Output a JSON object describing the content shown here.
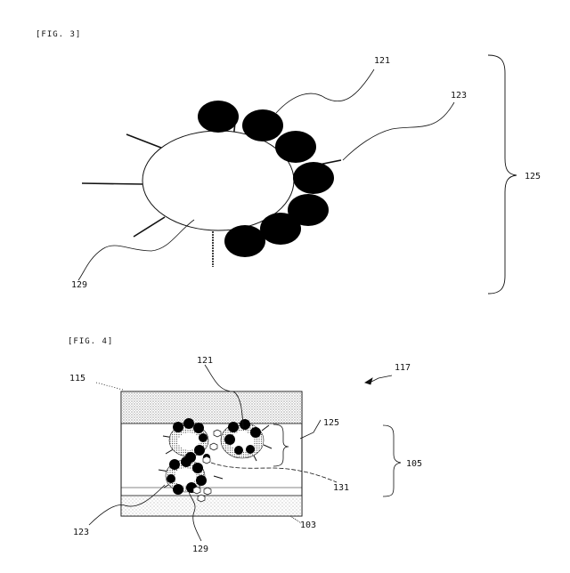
{
  "fig3": {
    "title": "[FIG. 3]",
    "labels": {
      "particle": "121",
      "ligand": "123",
      "assembly": "125",
      "core": "129"
    }
  },
  "fig4": {
    "title": "[FIG. 4]",
    "labels": {
      "particle": "121",
      "top_layer": "115",
      "device": "117",
      "assembly": "125",
      "active_layer": "105",
      "linker": "131",
      "ligand": "123",
      "bottom_layer": "103",
      "core": "129"
    }
  }
}
